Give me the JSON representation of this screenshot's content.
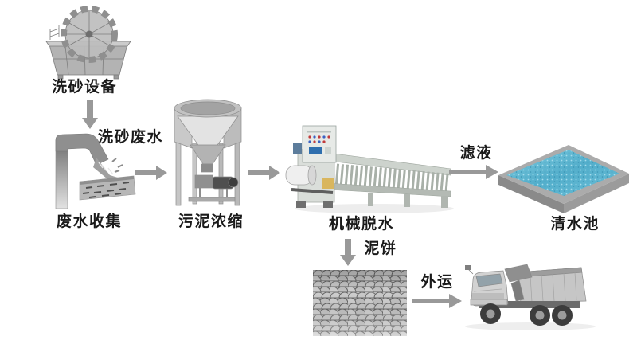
{
  "flow_diagram": {
    "labels": {
      "sand_washer": "洗砂设备",
      "sand_wastewater": "洗砂废水",
      "wastewater_collection": "废水收集",
      "sludge_thickening": "污泥浓缩",
      "mechanical_dewatering": "机械脱水",
      "filtrate": "滤液",
      "clear_water_pool": "清水池",
      "mud_cake": "泥饼",
      "outward_transport": "外运"
    },
    "colors": {
      "background": "#ffffff",
      "text": "#1a1a1a",
      "arrow": "#999999",
      "pool_water": "#56b1cf",
      "pool_border": "#9b9b9b",
      "machine_gray": "#c0c0c0",
      "control_screen_blue": "#2f6fae",
      "accent_yellow": "#d9b65e"
    },
    "icons": {
      "sand_washer_image": "wheel-bucket-sand-washer",
      "collection_image": "wastewater-discharge-chute",
      "thickener_image": "sludge-thickener-tank",
      "dewatering_image": "plate-filter-press",
      "pool_image": "clear-water-pool",
      "mud_cake_image": "sludge-cake-pile",
      "truck_image": "dump-truck"
    }
  }
}
